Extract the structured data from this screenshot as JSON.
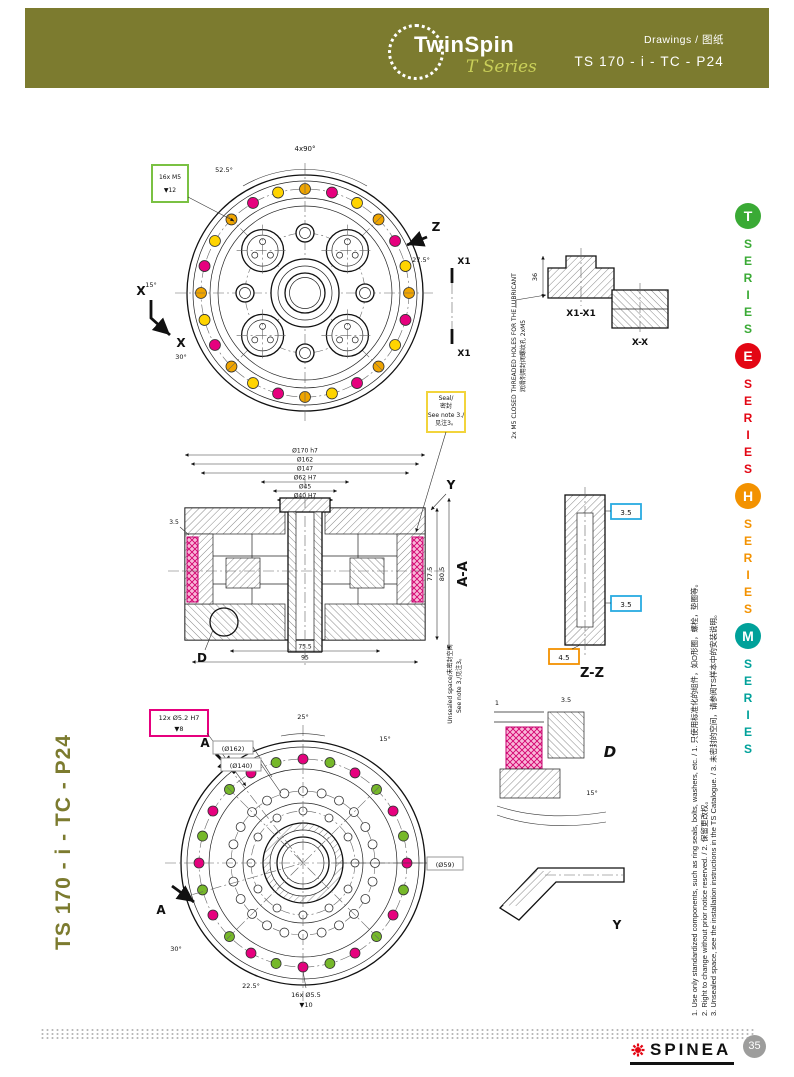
{
  "header": {
    "bg_color": "#7c7b2f",
    "brand": "TwinSpin",
    "brand_series": "T Series",
    "breadcrumb": "Drawings / 图纸",
    "part_number": "TS 170 - i - TC - P24"
  },
  "series_nav": {
    "items": [
      {
        "letter": "T",
        "label": "SERIES",
        "color": "#3aaa35"
      },
      {
        "letter": "E",
        "label": "SERIES",
        "color": "#e30613"
      },
      {
        "letter": "H",
        "label": "SERIES",
        "color": "#f39200"
      },
      {
        "letter": "M",
        "label": "SERIES",
        "color": "#00a19a"
      }
    ]
  },
  "side_title": "TS 170 - i - TC - P24",
  "notes": {
    "line1": "1. Use only standardized components, such as ring seals, bolts, washers, etc. / 1. 只使用标准化的组件，如O形圈，螺栓，垫圈等。",
    "line2": "2. Right to change without prior notice reserved. / 2. 保留更改权。",
    "line3": "3. Unsealed space, see the installation instructions in the TS Catalogue. / 3. 未密封的空间，请参阅TS样本中的安装说明。"
  },
  "footer": {
    "brand": "SPINEA",
    "page_number": "35"
  },
  "colors": {
    "accent_olive": "#7c7b2f",
    "magenta": "#e6007e",
    "green": "#76b82a",
    "yellow": "#ffd400",
    "orange": "#f39200",
    "blue": "#29abe2",
    "gray": "#999999",
    "line": "#222222"
  },
  "drawings": {
    "dot_patterns": {
      "front": [
        "#f0a500",
        "#e6007e",
        "#ffd400"
      ],
      "bottom": [
        "#e6007e",
        "#76b82a"
      ],
      "plain": [
        "#ffffff"
      ]
    },
    "front_view": {
      "fastener_callout_line1": "16x M5",
      "fastener_callout_line2": "▼12",
      "angle_top": "4x90°",
      "angle_upper_left": "52.5°",
      "angle_left": "15°",
      "angle_lower_left": "30°",
      "angle_z": "27.5°",
      "marker_z": "Z",
      "marker_x_top": "X",
      "marker_x_bottom": "X",
      "marker_x1_top": "X1",
      "marker_x1_bottom": "X1"
    },
    "lube_detail": {
      "section_x1_title": "X1-X1",
      "section_x_title": "X-X",
      "dim_depth": "36",
      "note_line1": "2x M5 CLOSED THREADED HOLES FOR THE LUBRICANT",
      "note_line2": "润滑剂用封闭螺纹孔 2xM5"
    },
    "section_aa": {
      "title": "A-A",
      "marker_y": "Y",
      "marker_d": "D",
      "dims_top": [
        "Ø170 h7",
        "Ø162",
        "Ø147",
        "Ø62 H7",
        "Ø45",
        "Ø40 H7"
      ],
      "dim_right1": "77.5",
      "dim_right2": "80.5",
      "dim_bottom1": "75.5",
      "dim_bottom2": "95",
      "dim_left": "3.5",
      "seal_callout": [
        "Seal/",
        "密封",
        "See note 3./",
        "见注3。"
      ],
      "unsealed_line1": "Unsealed space/未密封空间",
      "unsealed_line2": "See note 3./见注3。"
    },
    "section_zz": {
      "title": "Z-Z",
      "tag_top": "3.5",
      "tag_mid": "3.5",
      "tag_bottom": "4.5"
    },
    "bottom_view": {
      "pin_callout_line1": "12x Ø5.2 H7",
      "pin_callout_line2": "▼8",
      "ref_dia1": "(Ø162)",
      "ref_dia2": "(Ø140)",
      "ref_dia3": "(Ø59)",
      "angle_top": "25°",
      "angle_right": "15°",
      "angle_left": "30°",
      "angle_bottom": "22.5°",
      "marker_a_top": "A",
      "marker_a_bottom": "A",
      "hole_callout_line1": "16x Ø5.5",
      "hole_callout_line2": "▼10"
    },
    "detail_d": {
      "title": "D",
      "dim_a": "1",
      "dim_b": "3.5",
      "angle": "15°"
    },
    "view_y": {
      "title": "Y"
    }
  }
}
